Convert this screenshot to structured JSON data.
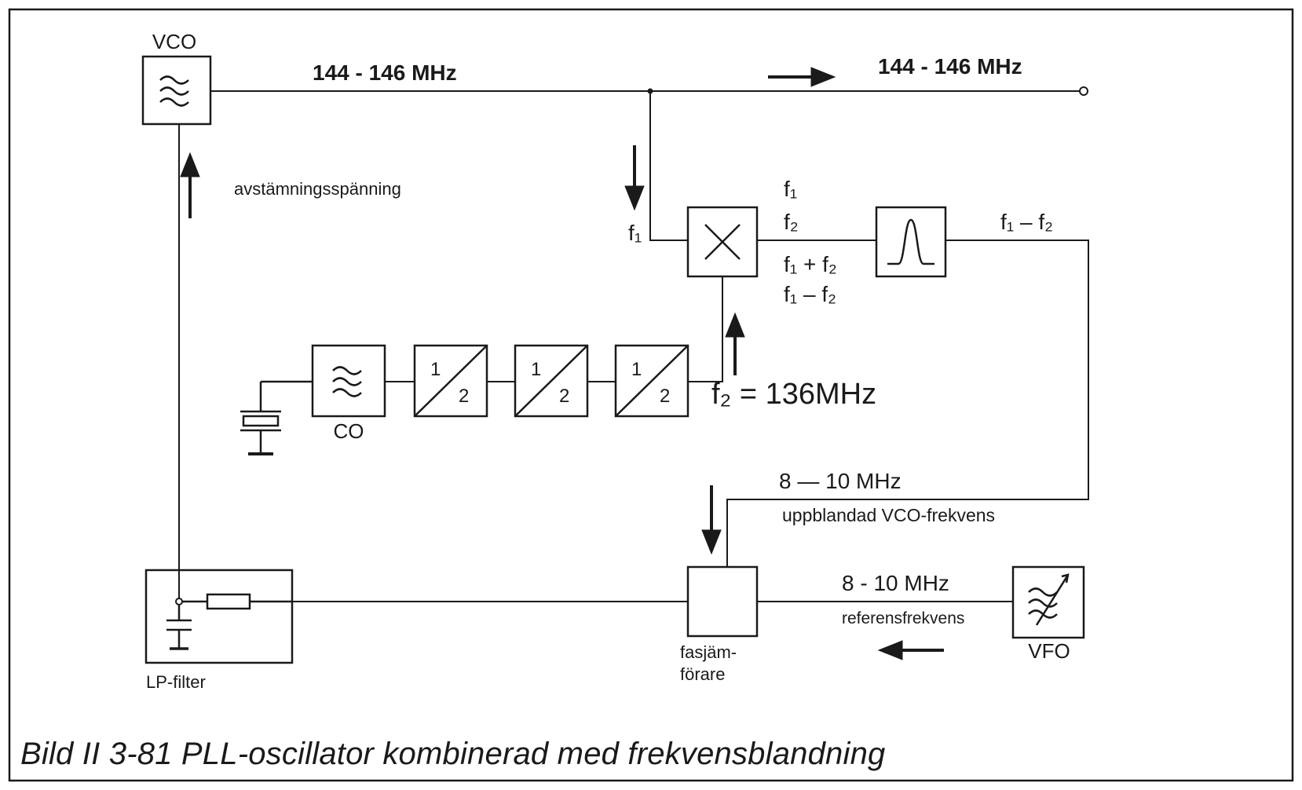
{
  "labels": {
    "vco": "VCO",
    "vco_out_freq": "144 - 146 MHz",
    "output_freq": "144 - 146 MHz",
    "tuning_voltage": "avstämningsspänning",
    "mixer_in_f1": "f₁",
    "mixer_out_f1": "f₁",
    "mixer_out_f2": "f₂",
    "mixer_out_sum": "f₁ + f₂",
    "mixer_out_diff": "f₁ – f₂",
    "filter_out": "f₁ – f₂",
    "co": "CO",
    "divider_num": "1",
    "divider_den": "2",
    "f2_value": "f₂ = 136MHz",
    "if_freq": "8 — 10 MHz",
    "if_desc": "uppblandad VCO-frekvens",
    "ref_freq": "8 - 10 MHz",
    "ref_desc": "referensfrekvens",
    "vfo": "VFO",
    "phase_comp_1": "fasjäm-",
    "phase_comp_2": "förare",
    "lp_filter": "LP-filter"
  },
  "caption": "Bild II 3-81 PLL-oscillator kombinerad med frekvensblandning",
  "colors": {
    "ink": "#1a1a1a",
    "background": "#ffffff"
  }
}
